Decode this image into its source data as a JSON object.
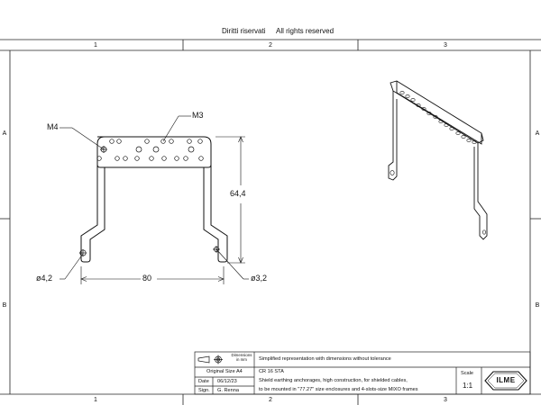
{
  "header": {
    "rights_it": "Diritti riservati",
    "rights_en": "All rights reserved"
  },
  "zones": {
    "columns": [
      "1",
      "2",
      "3"
    ],
    "rows": [
      "A",
      "B"
    ]
  },
  "drawing": {
    "callouts": {
      "m4": "M4",
      "m3": "M3",
      "d42": "ø4,2",
      "d32": "ø3,2"
    },
    "dims": {
      "width": "80",
      "height": "64,4"
    }
  },
  "title_block": {
    "dims_note": "Dimensions in mm",
    "original_size": "Original Size A4",
    "date_label": "Date",
    "date_value": "06/12/23",
    "sign_label": "Sign.",
    "sign_value": "G. Renna",
    "representation": "Simplified representation with dimensions without tolerance",
    "code": "CR 16 STA",
    "desc_line1": "Shield earthing anchorages, high construction, for shielded cables,",
    "desc_line2": "to be mounted in \"77.27\" size enclosures and 4-slots-size MIXO frames",
    "scale_label": "Scale",
    "scale_value": "1:1",
    "logo": "ILME"
  }
}
